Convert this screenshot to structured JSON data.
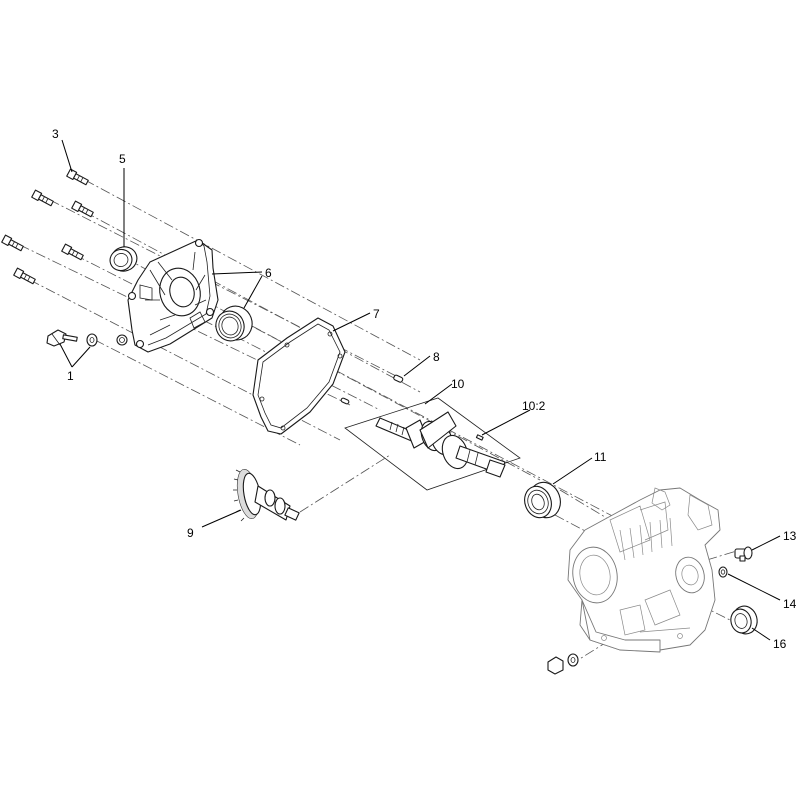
{
  "callouts": {
    "c1": "1",
    "c3": "3",
    "c5": "5",
    "c6": "6",
    "c7": "7",
    "c8": "8",
    "c9": "9",
    "c10": "10",
    "c10_2": "10:2",
    "c11": "11",
    "c13": "13",
    "c14": "14",
    "c16": "16"
  }
}
